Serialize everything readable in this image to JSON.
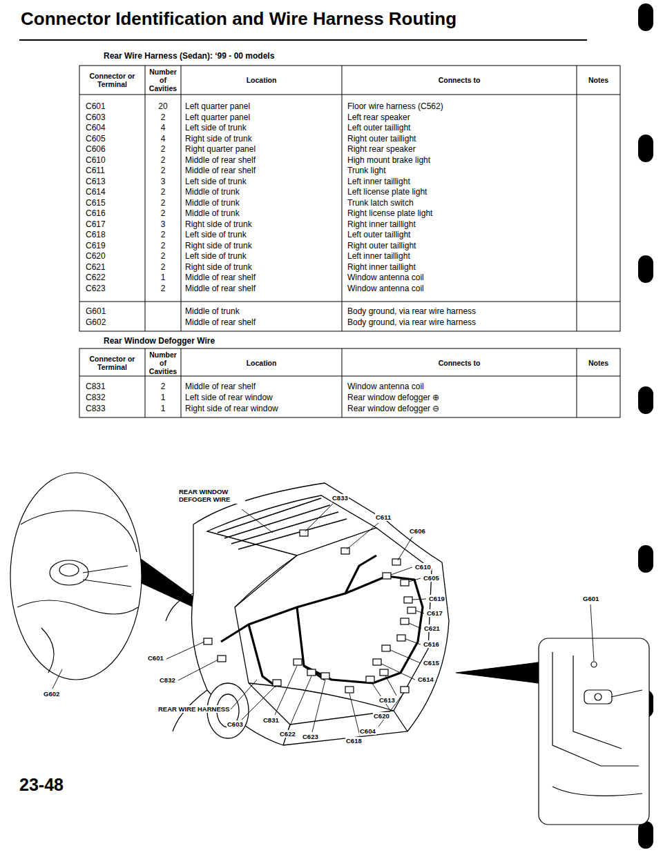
{
  "diagram": {
    "title": "Connector Identification and Wire Harness Routing",
    "labels": [
      "Rear Wire Harness (Sedan): ‘99 - 00 models",
      "Connector or Terminal",
      "Number of Cavities",
      "Location",
      "Connects to",
      "Notes",
      "C601",
      "20",
      "Left quarter panel",
      "Floor wire harness (C562)",
      "C603",
      "2",
      "Left quarter panel",
      "Left rear speaker",
      "C604",
      "4",
      "Left side of trunk",
      "Left outer taillight",
      "C605",
      "4",
      "Right side of trunk",
      "Right outer taillight",
      "C606",
      "2",
      "Right quarter panel",
      "Right rear speaker",
      "C610",
      "2",
      "Middle of rear shelf",
      "High mount brake light",
      "C611",
      "2",
      "Middle of rear shelf",
      "Trunk light",
      "C613",
      "3",
      "Left side of trunk",
      "Left inner taillight",
      "C614",
      "2",
      "Middle of trunk",
      "Left license plate light",
      "C615",
      "2",
      "Middle of trunk",
      "Trunk latch switch",
      "C616",
      "2",
      "Middle of trunk",
      "Right license plate light",
      "C617",
      "3",
      "Right side of trunk",
      "Right inner taillight",
      "C618",
      "2",
      "Left side of trunk",
      "Left outer taillight",
      "C619",
      "2",
      "Right side of trunk",
      "Right outer taillight",
      "C620",
      "2",
      "Left side of trunk",
      "Left inner taillight",
      "C621",
      "2",
      "Right side of trunk",
      "Right inner taillight",
      "C622",
      "1",
      "Middle of rear shelf",
      "Window antenna coil",
      "C623",
      "2",
      "Middle of rear shelf",
      "Window antenna coil",
      "G601",
      "Middle of trunk",
      "Body ground, via rear wire harness",
      "G602",
      "Middle of rear shelf",
      "Body ground, via rear wire harness",
      "Rear Window Defogger Wire",
      "Connector or Terminal",
      "Number of Cavities",
      "Location",
      "Connects to",
      "Notes",
      "C831",
      "2",
      "Middle of rear shelf",
      "Window antenna coil",
      "C832",
      "1",
      "Left side of rear window",
      "Rear window defogger ⊕",
      "C833",
      "1",
      "Right side of rear window",
      "Rear window defogger ⊖",
      "REAR WINDOW DEFOGER WIRE",
      "C833",
      "C611",
      "C606",
      "C610",
      "C605",
      "C619",
      "C617",
      "G601",
      "C621",
      "C616",
      "C615",
      "C614",
      "C613",
      "C620",
      "C604",
      "C618",
      "C623",
      "C622",
      "C831",
      "C603",
      "REAR WIRE HARNESS",
      "C832",
      "C601",
      "G602",
      "23-48"
    ]
  }
}
